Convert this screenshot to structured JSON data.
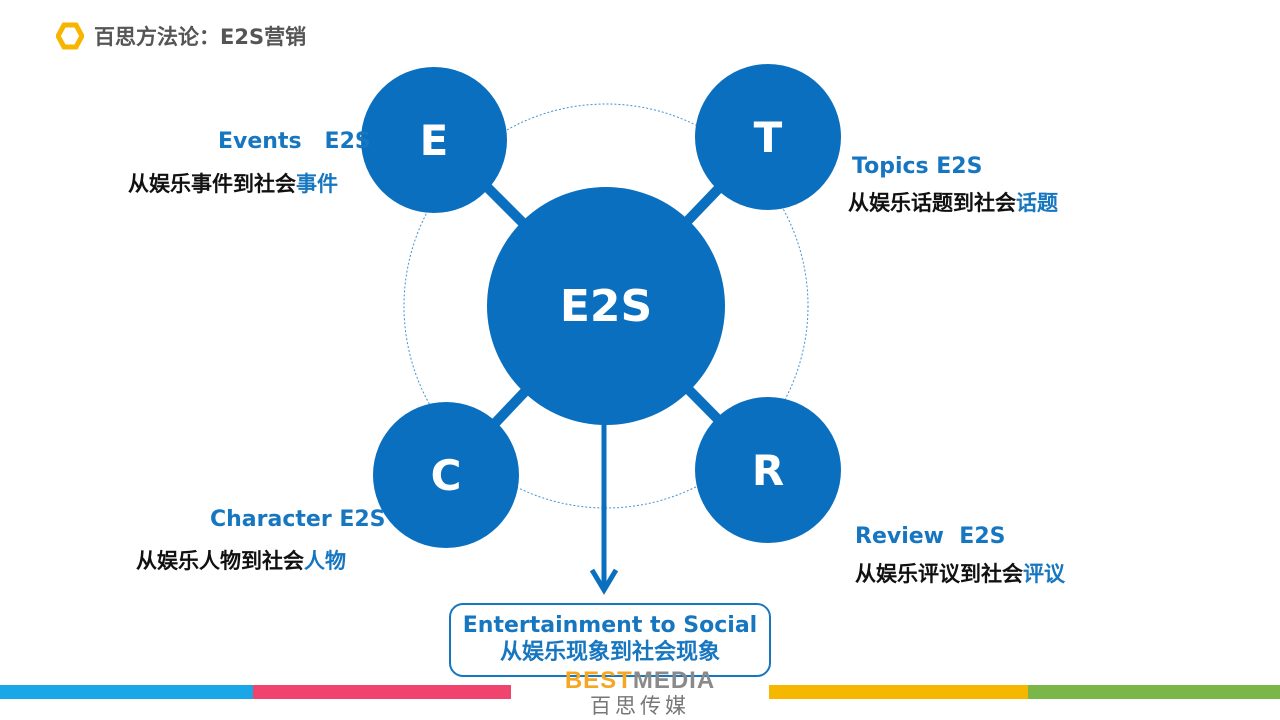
{
  "header": {
    "title": "百思方法论：E2S营销",
    "icon": "hexagon-icon",
    "icon_color": "#f7b500"
  },
  "diagram": {
    "center_label": "E2S",
    "nodes": {
      "E": {
        "letter": "E",
        "en": "Events   E2S",
        "zh_prefix": "从娱乐事件到社会",
        "zh_highlight": "事件"
      },
      "T": {
        "letter": "T",
        "en": "Topics E2S",
        "zh_prefix": "从娱乐话题到社会",
        "zh_highlight": "话题"
      },
      "C": {
        "letter": "C",
        "en": "Character E2S",
        "zh_prefix": "从娱乐人物到社会",
        "zh_highlight": "人物"
      },
      "R": {
        "letter": "R",
        "en": "Review  E2S",
        "zh_prefix": "从娱乐评议到社会",
        "zh_highlight": "评议"
      }
    },
    "result": {
      "en": "Entertainment to Social",
      "zh": "从娱乐现象到社会现象"
    }
  },
  "footer": {
    "logo_best": "BEST",
    "logo_media": "MEDIA",
    "logo_zh": "百思传媒",
    "bar_colors": [
      "#1aa7e8",
      "#f0436e",
      "#ffffff",
      "#f5b700",
      "#7ab648"
    ]
  },
  "colors": {
    "primary_blue": "#0a6fbe",
    "label_blue": "#1776c0"
  }
}
